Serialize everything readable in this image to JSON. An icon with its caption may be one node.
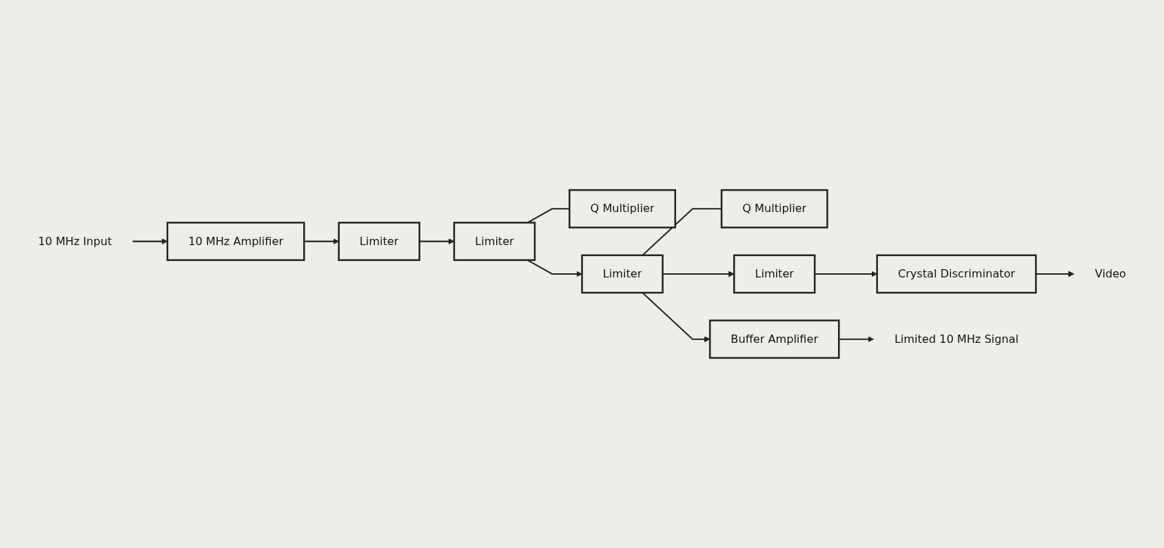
{
  "diagram": {
    "nodes": [
      {
        "text": [
          "10 MHz Input"
        ]
      },
      {
        "text": [
          "10 MHz Amplifier"
        ]
      },
      {
        "text": [
          "Limiter"
        ]
      },
      {
        "text": [
          "Limiter"
        ]
      },
      {
        "text": [
          "Q Multiplier"
        ]
      },
      {
        "text": [
          "Limiter"
        ]
      },
      {
        "text": [
          "Q Multiplier"
        ]
      },
      {
        "text": [
          "Buffer Amplifier"
        ]
      },
      {
        "text": [
          "Limiter"
        ]
      },
      {
        "text": [
          "Crystal Discriminator"
        ]
      },
      {
        "text": [
          "Limited 10 MHz Signal"
        ]
      },
      {
        "text": [
          "Video"
        ]
      }
    ],
    "edges": [
      {
        "from": 0,
        "to": 1,
        "arrow": "to"
      },
      {
        "from": 1,
        "to": 2,
        "arrow": "to"
      },
      {
        "from": 2,
        "to": 3,
        "arrow": "to"
      },
      {
        "from": 3,
        "to": 5,
        "arrow": "to"
      },
      {
        "from": 3,
        "to": 4,
        "arrow": "none"
      },
      {
        "from": 5,
        "to": 8,
        "arrow": "to"
      },
      {
        "from": 5,
        "to": 6,
        "arrow": "none"
      },
      {
        "from": 5,
        "to": 7,
        "arrow": "to"
      },
      {
        "from": 7,
        "to": 10,
        "arrow": "to"
      },
      {
        "from": 8,
        "to": 9,
        "arrow": "to"
      },
      {
        "from": 9,
        "to": 11,
        "arrow": "to"
      }
    ]
  }
}
